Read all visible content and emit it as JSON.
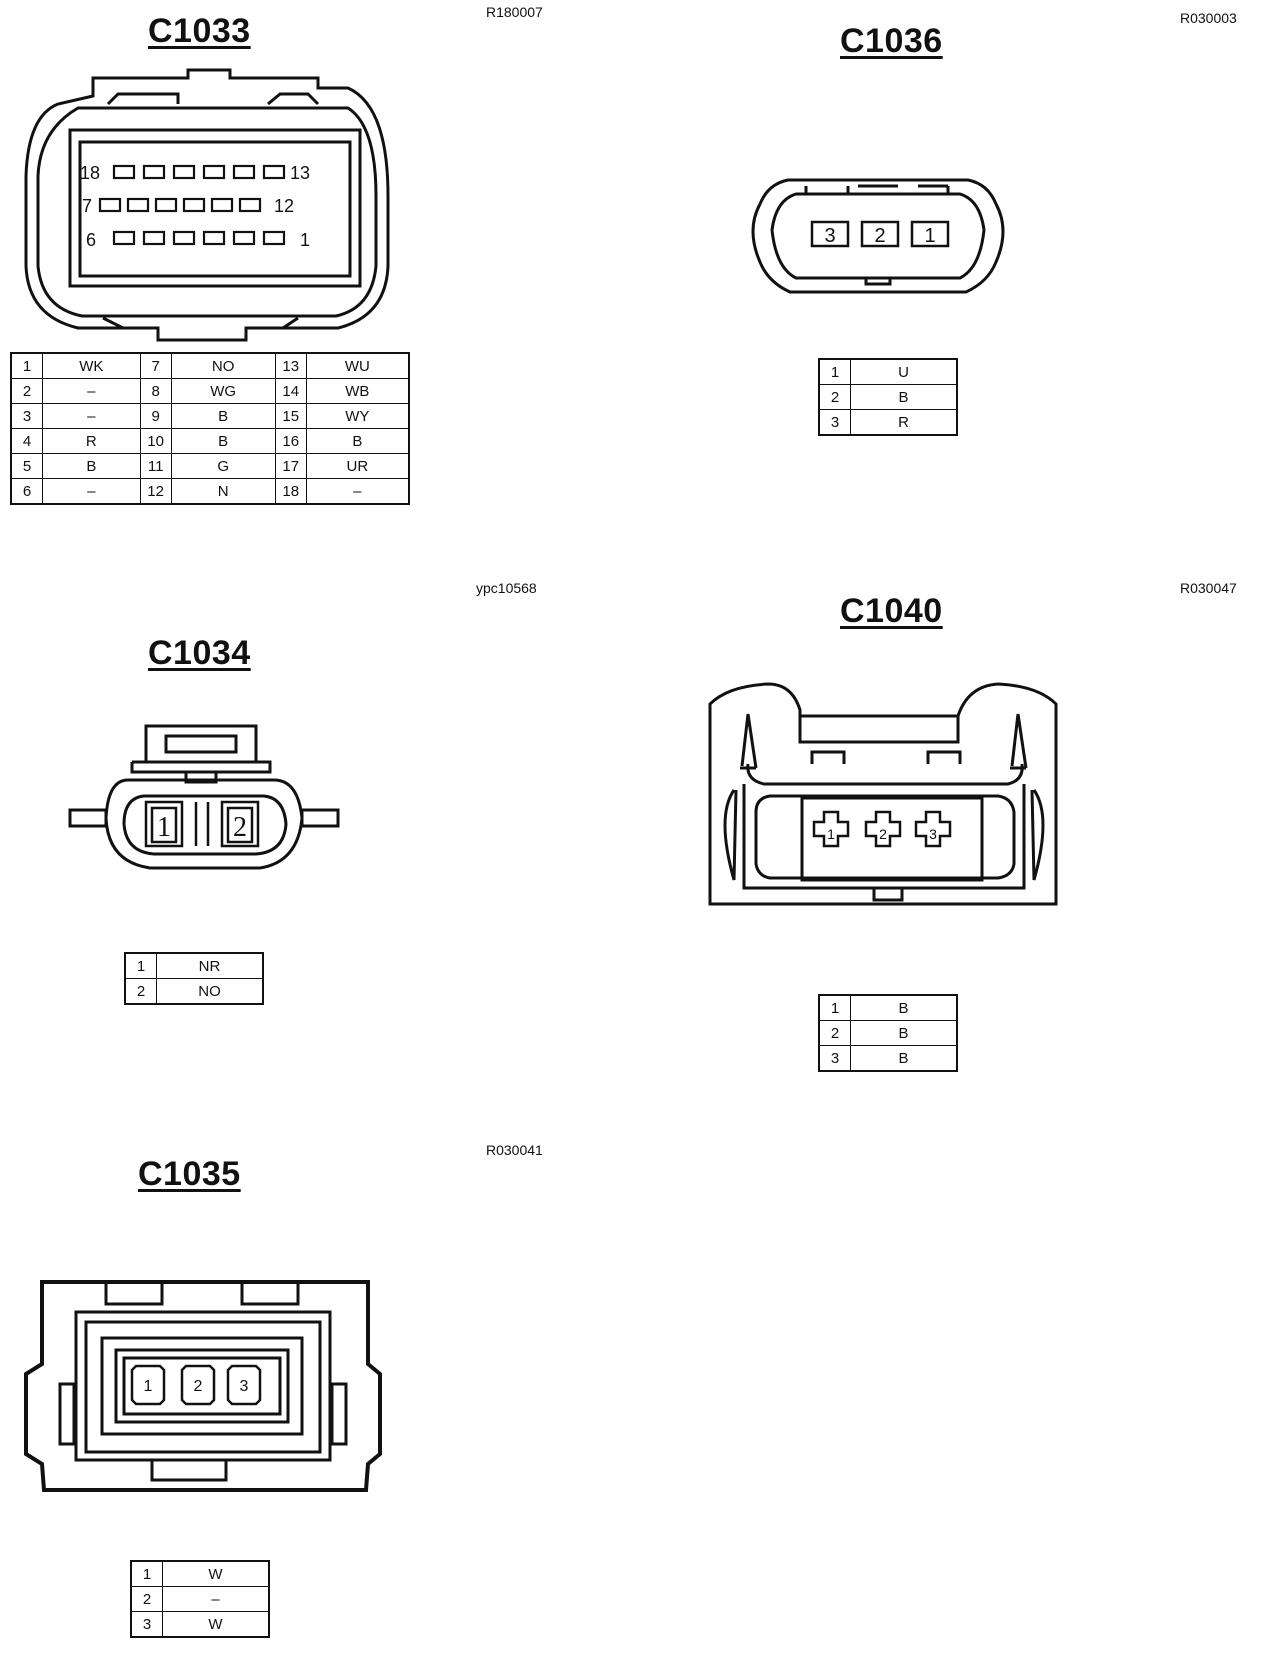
{
  "connectors": [
    {
      "id": "C1033",
      "ref": "R180007",
      "face_labels": [
        "18",
        "13",
        "7",
        "12",
        "6",
        "1"
      ],
      "pins": [
        [
          "1",
          "WK",
          "7",
          "NO",
          "13",
          "WU"
        ],
        [
          "2",
          "–",
          "8",
          "WG",
          "14",
          "WB"
        ],
        [
          "3",
          "–",
          "9",
          "B",
          "15",
          "WY"
        ],
        [
          "4",
          "R",
          "10",
          "B",
          "16",
          "B"
        ],
        [
          "5",
          "B",
          "11",
          "G",
          "17",
          "UR"
        ],
        [
          "6",
          "–",
          "12",
          "N",
          "18",
          "–"
        ]
      ]
    },
    {
      "id": "C1036",
      "ref": "R030003",
      "face_labels": [
        "3",
        "2",
        "1"
      ],
      "pins": [
        [
          "1",
          "U"
        ],
        [
          "2",
          "B"
        ],
        [
          "3",
          "R"
        ]
      ]
    },
    {
      "id": "C1034",
      "ref": "ypc10568",
      "face_labels": [
        "1",
        "2"
      ],
      "pins": [
        [
          "1",
          "NR"
        ],
        [
          "2",
          "NO"
        ]
      ]
    },
    {
      "id": "C1040",
      "ref": "R030047",
      "face_labels": [
        "1",
        "2",
        "3"
      ],
      "pins": [
        [
          "1",
          "B"
        ],
        [
          "2",
          "B"
        ],
        [
          "3",
          "B"
        ]
      ]
    },
    {
      "id": "C1035",
      "ref": "R030041",
      "face_labels": [
        "1",
        "2",
        "3"
      ],
      "pins": [
        [
          "1",
          "W"
        ],
        [
          "2",
          "–"
        ],
        [
          "3",
          "W"
        ]
      ]
    }
  ]
}
